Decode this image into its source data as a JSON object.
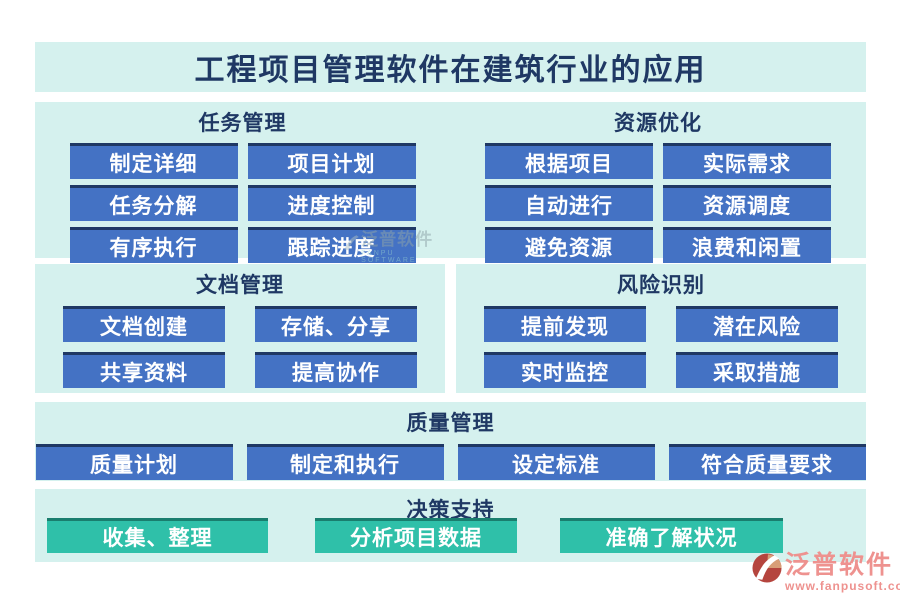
{
  "title": "工程项目管理软件在建筑行业的应用",
  "sections": {
    "task": {
      "header": "任务管理",
      "items": [
        "制定详细",
        "项目计划",
        "任务分解",
        "进度控制",
        "有序执行",
        "跟踪进度"
      ]
    },
    "resource": {
      "header": "资源优化",
      "items": [
        "根据项目",
        "实际需求",
        "自动进行",
        "资源调度",
        "避免资源",
        "浪费和闲置"
      ]
    },
    "doc": {
      "header": "文档管理",
      "items": [
        "文档创建",
        "存储、分享",
        "共享资料",
        "提高协作"
      ]
    },
    "risk": {
      "header": "风险识别",
      "items": [
        "提前发现",
        "潜在风险",
        "实时监控",
        "采取措施"
      ]
    },
    "quality": {
      "header": "质量管理",
      "items": [
        "质量计划",
        "制定和执行",
        "设定标准",
        "符合质量要求"
      ]
    },
    "decision": {
      "header": "决策支持",
      "items": [
        "收集、整理",
        "分析项目数据",
        "准确了解状况"
      ]
    }
  },
  "watermark": {
    "name": "泛普软件",
    "sub": "FANPU SOFTWARE"
  },
  "logo": {
    "name": "泛普软件",
    "url": "www.fanpusoft.com"
  },
  "colors": {
    "panel_bg": "#d5f1ee",
    "button_blue": "#4472c4",
    "button_teal": "#2fc0a9",
    "heading_navy": "#1f3864",
    "logo_salmon": "#ee928f"
  }
}
